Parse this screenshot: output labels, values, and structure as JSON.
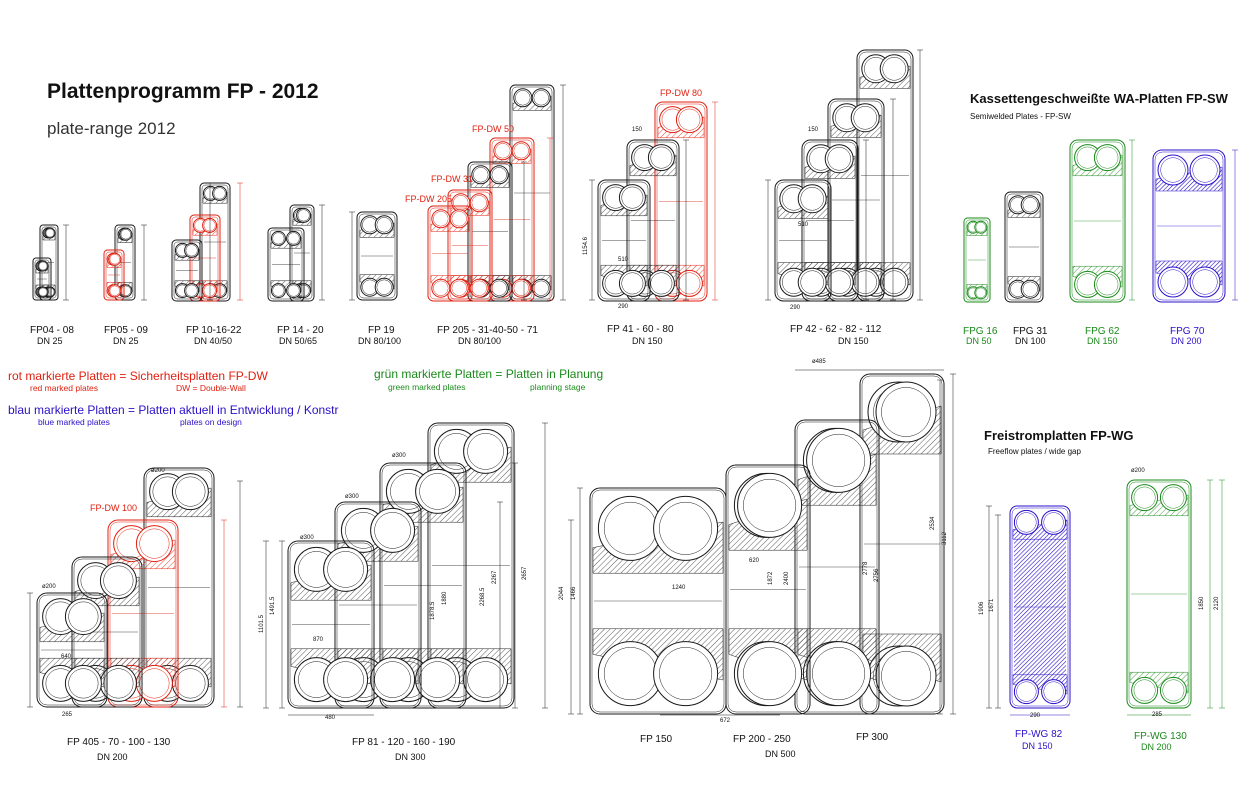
{
  "colors": {
    "black": "#1a1a1a",
    "red": "#e02010",
    "green": "#1a8a1a",
    "blue": "#2a10c8",
    "hatch": "#555555"
  },
  "header": {
    "title": "Plattenprogramm  FP - 2012",
    "subtitle": "plate-range 2012"
  },
  "sections": {
    "semiwelded_title": "Kassettengeschweißte WA-Platten FP-SW",
    "semiwelded_sub": "Semiwelded Plates - FP-SW",
    "freeflow_title": "Freistromplatten FP-WG",
    "freeflow_sub": "Freeflow plates / wide gap"
  },
  "legend": {
    "red_main": "rot markierte Platten = Sicherheitsplatten FP-DW",
    "red_sub1": "red marked plates",
    "red_sub2": "DW = Double-Wall",
    "green_main": "grün markierte Platten = Platten in Planung",
    "green_sub1": "green marked plates",
    "green_sub2": "planning stage",
    "blue_main": "blau markierte Platten = Platten aktuell in Entwicklung / Konstr",
    "blue_sub1": "blue marked plates",
    "blue_sub2": "plates on design"
  },
  "groups_top": [
    {
      "name": "FP04 - 08",
      "dn": "DN 25"
    },
    {
      "name": "FP05 - 09",
      "dn": "DN 25"
    },
    {
      "name": "FP 10-16-22",
      "dn": "DN 40/50"
    },
    {
      "name": "FP 14 - 20",
      "dn": "DN 50/65"
    },
    {
      "name": "FP 19",
      "dn": "DN 80/100"
    },
    {
      "name": "FP 205 - 31-40-50 - 71",
      "dn": "DN 80/100"
    },
    {
      "name": "FP  41 - 60 - 80",
      "dn": "DN 150"
    },
    {
      "name": "FP  42 - 62 - 82 - 112",
      "dn": "DN 150"
    }
  ],
  "groups_sw": [
    {
      "name": "FPG 16",
      "dn": "DN 50"
    },
    {
      "name": "FPG 31",
      "dn": "DN 100"
    },
    {
      "name": "FPG 62",
      "dn": "DN 150"
    },
    {
      "name": "FPG 70",
      "dn": "DN 200"
    }
  ],
  "groups_bottom": [
    {
      "name": "FP 405 - 70 - 100 - 130",
      "dn": "DN 200"
    },
    {
      "name": "FP 81 - 120 - 160 - 190",
      "dn": "DN 300"
    },
    {
      "name": "FP 150",
      "dn": ""
    },
    {
      "name": "FP 200 - 250",
      "dn": "DN 500"
    },
    {
      "name": "FP 300",
      "dn": ""
    }
  ],
  "groups_wg": [
    {
      "name": "FP-WG 82",
      "dn": "DN 150"
    },
    {
      "name": "FP-WG 130",
      "dn": "DN 200"
    }
  ],
  "tags": {
    "dw205": "FP-DW 205",
    "dw31": "FP-DW 31",
    "dw50": "FP-DW 50",
    "dw80": "FP-DW 80",
    "dw100": "FP-DW 100"
  },
  "dims": {
    "fp150_w": "1240",
    "fp150_h1": "2044",
    "fp150_h2": "1466",
    "fp200_w": "620",
    "fp200_h1": "1872",
    "fp200_h2": "2400",
    "fp300_h1": "2778",
    "fp300_h2": "2756",
    "fp300_h3": "3112",
    "fp300_h4": "2534",
    "fp300_port": "ø485",
    "fp150_port": "672",
    "fp81_w": "870",
    "fp81_h1": "1101.5",
    "fp81_h2": "1491.5",
    "fp81_h3": "1880",
    "fp81_h4": "1878.5",
    "fp81_h5": "2268.5",
    "fp81_h6": "2267",
    "fp81_h7": "2657",
    "fp81_b": "480",
    "fp81_p1": "ø300",
    "fp81_p2": "ø300",
    "fp81_p3": "ø300",
    "fp405_w": "640",
    "fp405_b": "265",
    "fp405_p": "ø200",
    "fp405_p2": "ø200",
    "fpwg82_w": "290",
    "fpwg82_h1": "1906",
    "fpwg82_h2": "1671",
    "fpwg130_w": "285",
    "fpwg130_h1": "1850",
    "fpwg130_h2": "2120",
    "fpwg130_p": "ø200",
    "fp41_h": "1154.6",
    "fp41_w": "510",
    "fp41_b": "290",
    "fp41_p": "150",
    "fp42_w": "510",
    "fp42_b": "290",
    "fp42_p": "150"
  }
}
